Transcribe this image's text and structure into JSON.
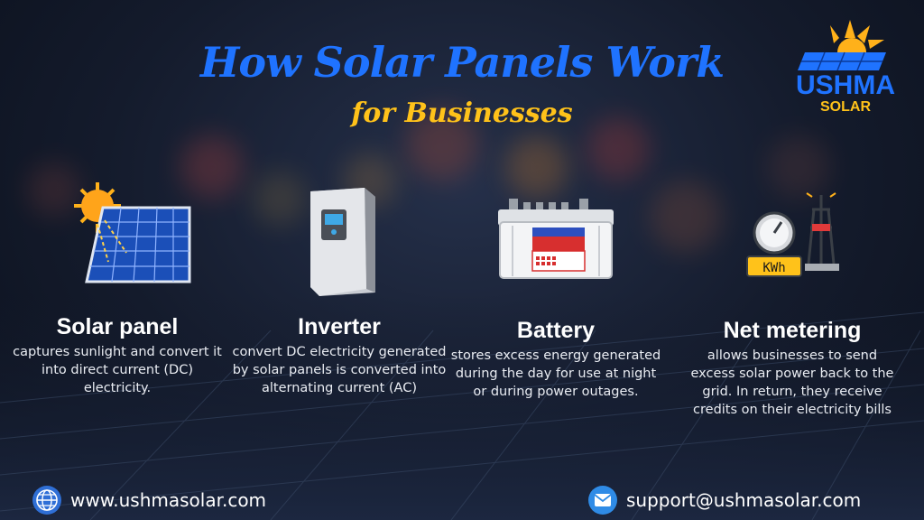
{
  "header": {
    "title": "How Solar Panels Work",
    "subtitle": "for Businesses"
  },
  "logo": {
    "name": "USHMA",
    "tagline": "SOLAR",
    "icon": "sun-over-solar-panel-logo"
  },
  "steps": [
    {
      "title": "Solar panel",
      "description": "captures sunlight and convert it into direct current (DC) electricity.",
      "icon": "solar-panel-icon"
    },
    {
      "title": "Inverter",
      "description": "convert DC electricity generated by solar panels is converted into alternating current (AC)",
      "icon": "inverter-icon"
    },
    {
      "title": "Battery",
      "description": "stores excess energy generated during the day for use at night or during power outages.",
      "icon": "battery-icon"
    },
    {
      "title": "Net metering",
      "description": "allows businesses to send excess solar power back to the grid. In return, they receive credits on their electricity bills",
      "icon": "net-meter-icon",
      "meter_label": "KWh"
    }
  ],
  "footer": {
    "website": "www.ushmasolar.com",
    "website_icon": "globe-icon",
    "email": "support@ushmasolar.com",
    "email_icon": "email-icon"
  },
  "colors": {
    "title_blue": "#1f73ff",
    "accent_yellow": "#ffc21a",
    "background": "#141b2c"
  }
}
